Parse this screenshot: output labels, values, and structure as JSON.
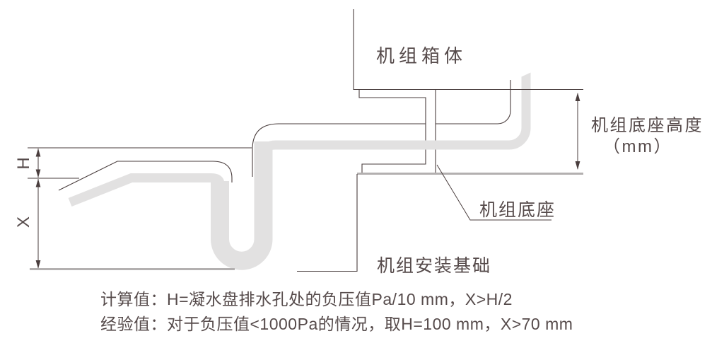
{
  "diagram": {
    "labels": {
      "unit_box": "机组箱体",
      "base_height": "机组底座高度",
      "base_height_unit": "（mm）",
      "unit_base": "机组底座",
      "installation_foundation": "机组安装基础",
      "dim_h": "H",
      "dim_x": "X"
    },
    "notes": {
      "calculated": "计算值：H=凝水盘排水孔处的负压值Pa/10 mm，X>H/2",
      "empirical": "经验值：对于负压值<1000Pa的情况，取H=100 mm，X>70 mm"
    },
    "colors": {
      "line": "#4a3e3e",
      "text": "#564b4b",
      "pipe_fill": "#e2e1e1",
      "ground_line": "#b3b0b0"
    }
  }
}
